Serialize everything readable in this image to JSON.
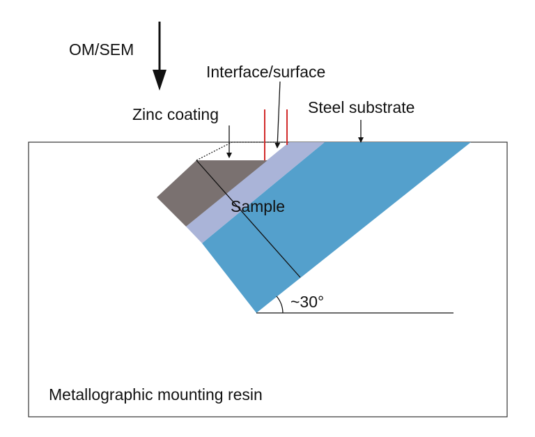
{
  "labels": {
    "om_sem": "OM/SEM",
    "interface": "Interface/surface",
    "zinc": "Zinc coating",
    "steel": "Steel substrate",
    "sample": "Sample",
    "angle": "~30°",
    "resin": "Metallographic mounting resin"
  },
  "colors": {
    "zinc": "#7a7170",
    "interface_layer": "#aab4d8",
    "steel": "#54a0cc",
    "marker": "#d22a2a",
    "line": "#111111"
  }
}
